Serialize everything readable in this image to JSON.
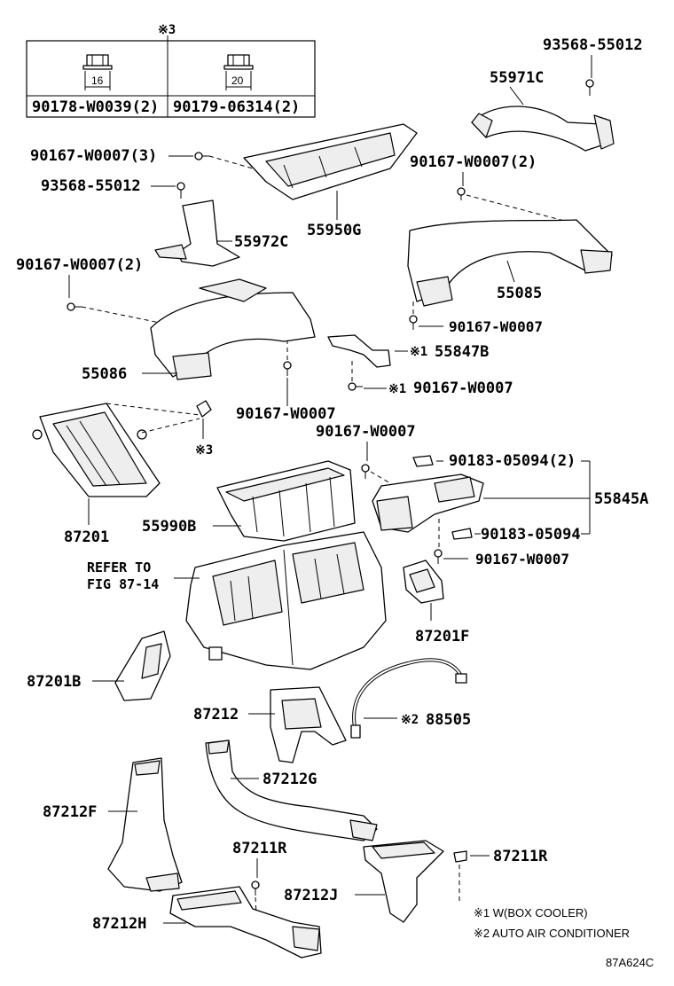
{
  "fasteners_table": {
    "ref_mark": "※3",
    "col1_dim": "16",
    "col2_dim": "20",
    "col1_part": "90178-W0039(2)",
    "col2_part": "90179-06314(2)"
  },
  "labels": {
    "p93568_55012_a": "93568-55012",
    "p55971C": "55971C",
    "p90167_W0007_3": "90167-W0007(3)",
    "p93568_55012_b": "93568-55012",
    "p55950G": "55950G",
    "p55972C": "55972C",
    "p90167_W0007_2a": "90167-W0007(2)",
    "p90167_W0007_2b": "90167-W0007(2)",
    "p55085": "55085",
    "p90167_W0007_a": "90167-W0007",
    "p55847B": "55847B",
    "p55847B_mark": "※1",
    "p55086": "55086",
    "p90167_W0007_b": "90167-W0007",
    "p90167_W0007_c_mark": "※1",
    "p90167_W0007_c": "90167-W0007",
    "p87201": "87201",
    "p87201_mark": "※3",
    "p90167_W0007_d": "90167-W0007",
    "p90183_05094_2": "90183-05094(2)",
    "p55845A": "55845A",
    "p55990B": "55990B",
    "p90183_05094": "90183-05094",
    "p90167_W0007_e": "90167-W0007",
    "refer_line1": "REFER TO",
    "refer_line2": "FIG 87-14",
    "p87201F": "87201F",
    "p87201B": "87201B",
    "p87212": "87212",
    "p88505_mark": "※2",
    "p88505": "88505",
    "p87212G": "87212G",
    "p87212F": "87212F",
    "p87211R_a": "87211R",
    "p87211R_b": "87211R",
    "p87212J": "87212J",
    "p87212H": "87212H"
  },
  "notes": {
    "note1": "※1 W(BOX COOLER)",
    "note2": "※2 AUTO AIR CONDITIONER"
  },
  "figure_code": "87A624C"
}
